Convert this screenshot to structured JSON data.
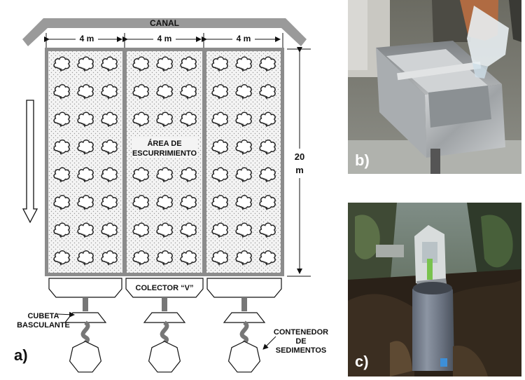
{
  "diagram": {
    "canal_label": "CANAL",
    "width_labels": [
      "4 m",
      "4 m",
      "4 m"
    ],
    "length_label_line1": "20",
    "length_label_line2": "m",
    "runoff_label_line1": "ÁREA DE",
    "runoff_label_line2": "ESCURRIMIENTO",
    "collector_label": "COLECTOR “V”",
    "tipping_bucket_line1": "CUBETA",
    "tipping_bucket_line2": "BASCULANTE",
    "container_line1": "CONTENEDOR",
    "container_line2": "DE",
    "container_line3": "SEDIMENTOS",
    "panel_label": "a)",
    "plots": 3,
    "shrub_rows": 8,
    "shrubs_per_row": 3
  },
  "photos": {
    "b": {
      "label": "b)"
    },
    "c": {
      "label": "c)"
    }
  },
  "colors": {
    "frame_gray": "#8c8c8c",
    "plot_fill": "#f3f3f3",
    "hose_gray": "#777777"
  }
}
